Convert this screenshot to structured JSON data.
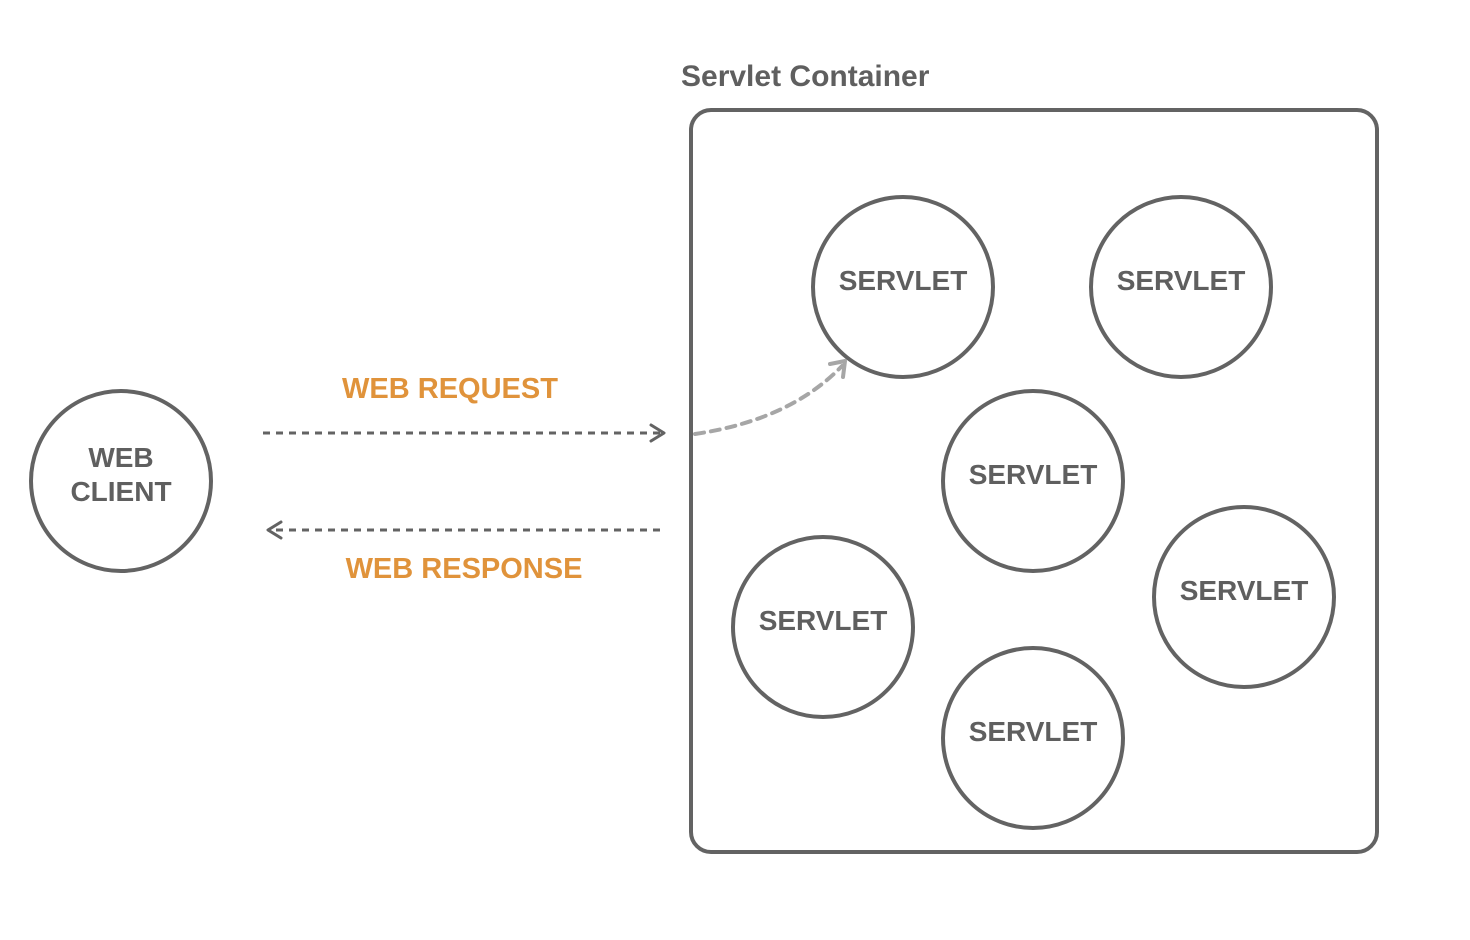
{
  "container": {
    "title": "Servlet Container"
  },
  "client": {
    "line1": "WEB",
    "line2": "CLIENT"
  },
  "request": {
    "label": "WEB REQUEST"
  },
  "response": {
    "label": "WEB RESPONSE"
  },
  "servlets": [
    {
      "label": "SERVLET"
    },
    {
      "label": "SERVLET"
    },
    {
      "label": "SERVLET"
    },
    {
      "label": "SERVLET"
    },
    {
      "label": "SERVLET"
    },
    {
      "label": "SERVLET"
    }
  ],
  "colors": {
    "stroke": "#636363",
    "text": "#5f5f5f",
    "accent": "#e0933b",
    "routing_arrow": "#a6a6a6"
  }
}
